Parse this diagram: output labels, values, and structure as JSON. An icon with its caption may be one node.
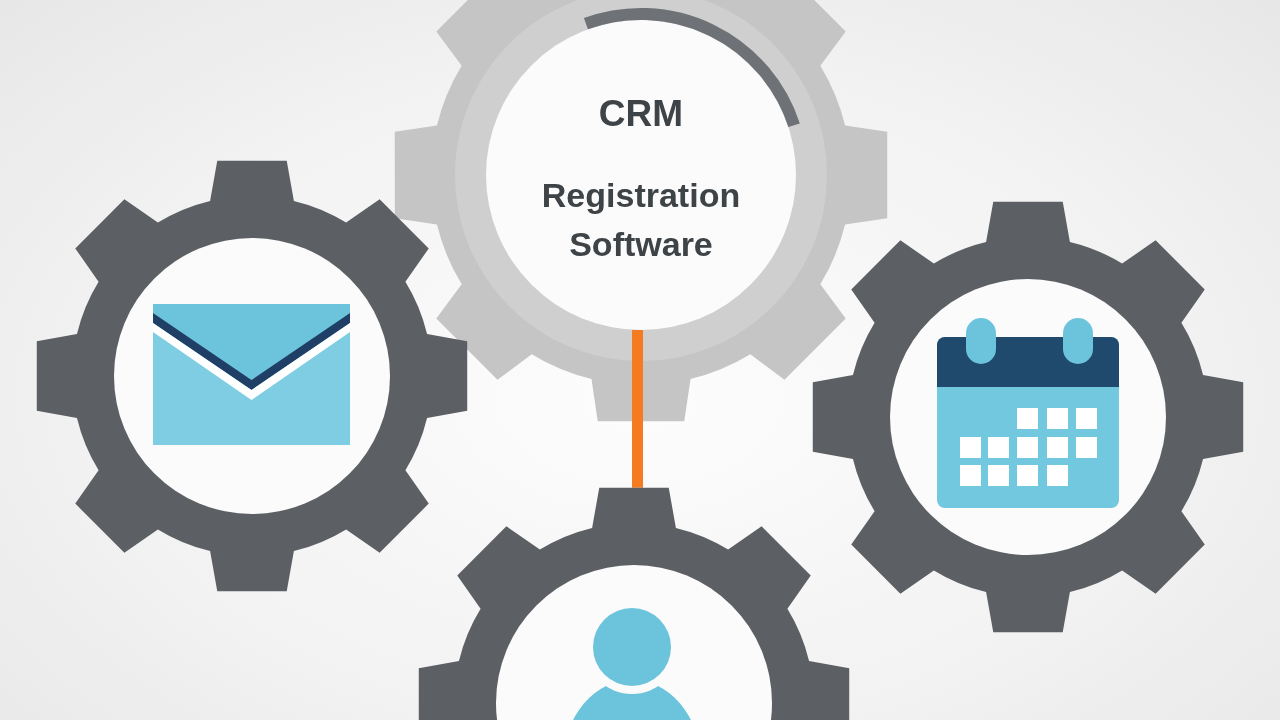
{
  "diagram": {
    "nodes": [
      {
        "text": [
          "CRM",
          "Registration Software"
        ]
      },
      {
        "text": [],
        "shape": "gear"
      },
      {
        "text": [],
        "shape": "gear"
      },
      {
        "text": [],
        "shape": "gear"
      }
    ],
    "edges": [
      {
        "from": 0,
        "to": 3,
        "arrow": "none",
        "color": "#f47b20"
      }
    ]
  }
}
